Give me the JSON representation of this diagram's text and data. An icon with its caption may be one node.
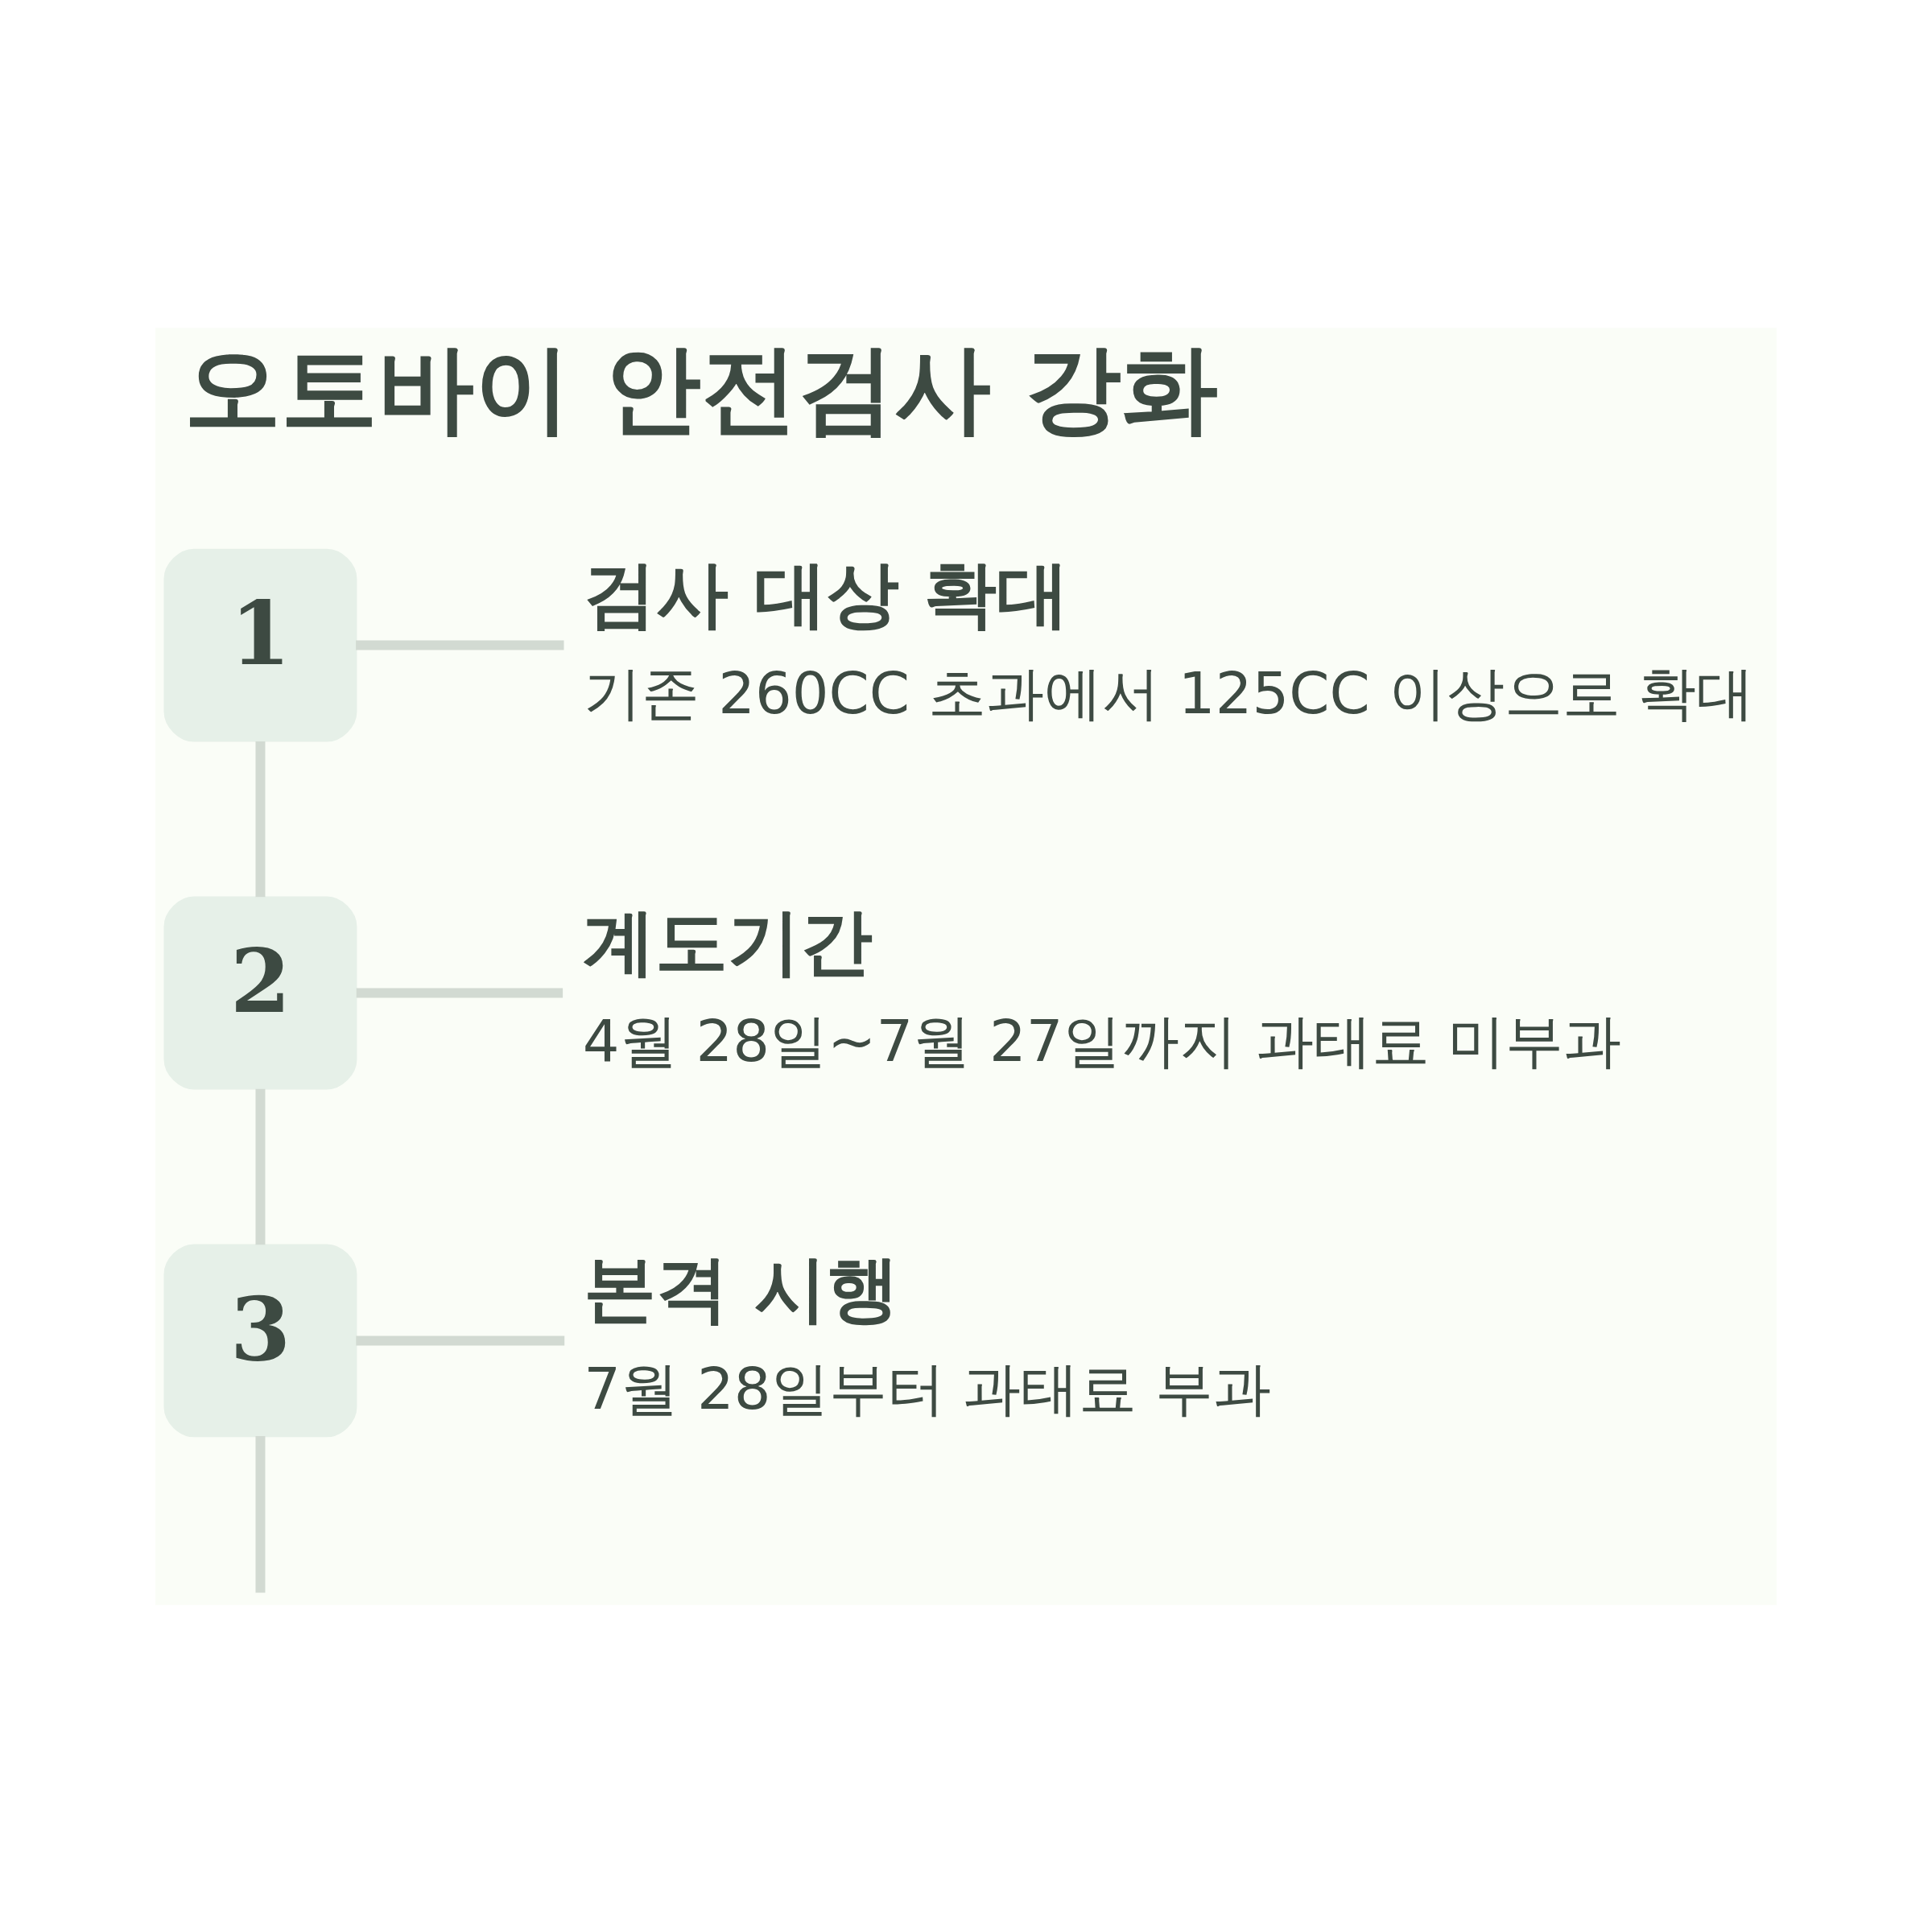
{
  "diagram": {
    "title": "오토바이 안전검사 강화",
    "nodes": [
      {
        "text": [
          "1"
        ]
      },
      {
        "text": [
          "검사 대상 확대",
          "기존 260CC 초과에서 125CC 이상으로 확대"
        ]
      },
      {
        "text": [
          "2"
        ]
      },
      {
        "text": [
          "계도기간",
          "4월 28일~7월 27일까지 과태료 미부과"
        ]
      },
      {
        "text": [
          "3"
        ]
      },
      {
        "text": [
          "본격 시행",
          "7월 28일부터 과태료 부과"
        ]
      }
    ],
    "edges": [
      {
        "from": 0,
        "to": 1,
        "arrow": "none"
      },
      {
        "from": 0,
        "to": 2,
        "arrow": "none"
      },
      {
        "from": 2,
        "to": 3,
        "arrow": "none"
      },
      {
        "from": 2,
        "to": 4,
        "arrow": "none"
      },
      {
        "from": 4,
        "to": 5,
        "arrow": "none"
      },
      {
        "from": 4,
        "to": null,
        "arrow": "none"
      }
    ]
  }
}
